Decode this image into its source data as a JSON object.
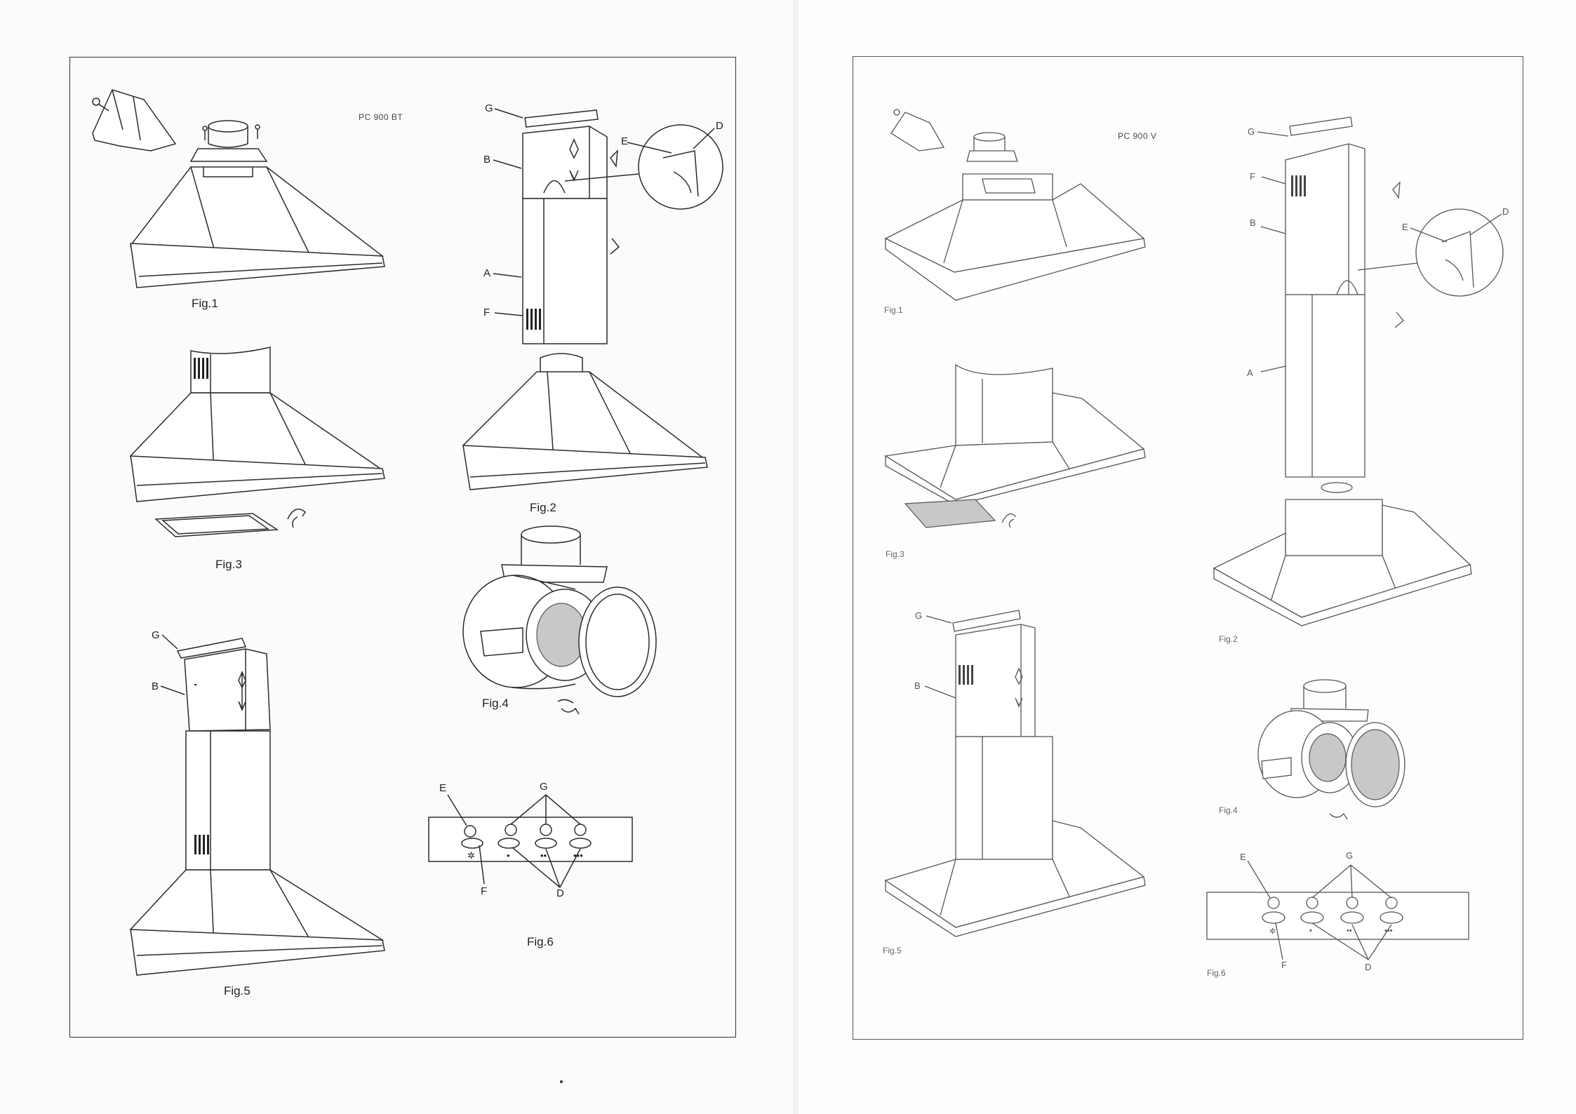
{
  "left_page": {
    "model": "PC 900 BT",
    "figures": {
      "fig1": "Fig.1",
      "fig2": "Fig.2",
      "fig3": "Fig.3",
      "fig4": "Fig.4",
      "fig5": "Fig.5",
      "fig6": "Fig.6"
    },
    "labels": {
      "a": "A",
      "b": "B",
      "d": "D",
      "e": "E",
      "f": "F",
      "g": "G"
    },
    "panel_symbols": [
      "✲",
      "•",
      "••",
      "•••"
    ]
  },
  "right_page": {
    "model": "PC 900 V",
    "figures": {
      "fig1": "Fig.1",
      "fig2": "Fig.2",
      "fig3": "Fig.3",
      "fig4": "Fig.4",
      "fig5": "Fig.5",
      "fig6": "Fig.6"
    },
    "labels": {
      "a": "A",
      "b": "B",
      "d": "D",
      "e": "E",
      "f": "F",
      "g": "G"
    },
    "panel_symbols": [
      "✲",
      "•",
      "••",
      "•••"
    ]
  },
  "colors": {
    "ink": "#2b2b2b",
    "paper": "#fbfbfa",
    "frame": "#333333"
  }
}
